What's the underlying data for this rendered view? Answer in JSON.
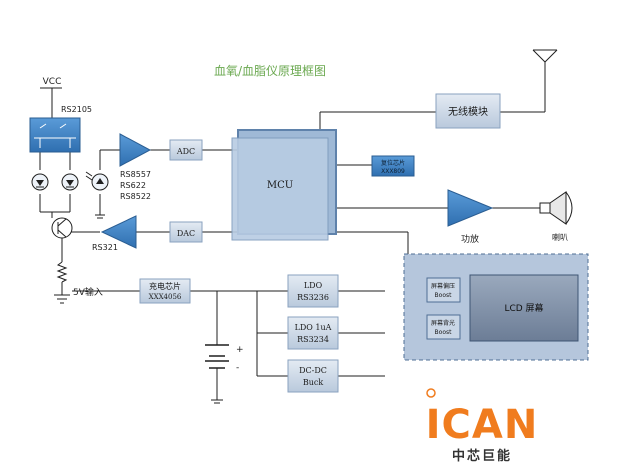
{
  "title": "血氧/血脂仪原理框图",
  "vcc": "VCC",
  "rs2105": "RS2105",
  "rs8557": "RS8557",
  "rs622": "RS622",
  "rs8522": "RS8522",
  "rs321": "RS321",
  "adc": "ADC",
  "dac": "DAC",
  "mcu": "MCU",
  "wireless": "无线模块",
  "reset_l1": "复位芯片",
  "reset_l2": "XXX809",
  "amp": "功放",
  "speaker": "喇叭",
  "input_5v": "5V输入",
  "charger_l1": "充电芯片",
  "charger_l2": "XXX4056",
  "ldo1_l1": "LDO",
  "ldo1_l2": "RS3236",
  "ldo2_l1": "LDO 1uA",
  "ldo2_l2": "RS3234",
  "dcdc_l1": "DC-DC",
  "dcdc_l2": "Buck",
  "bias_l1": "屏幕偏压",
  "bias_l2": "Boost",
  "backlight_l1": "屏幕背光",
  "backlight_l2": "Boost",
  "lcd": "LCD 屏幕",
  "battery_plus": "+",
  "battery_minus": "-",
  "logo_main": "ICAN",
  "logo_sub": "中芯巨能",
  "colors": {
    "title": "#6aa84f",
    "block_blue": "#3d85c6",
    "block_light": "#c8d8ea",
    "mcu_fill": "#9fb9d6",
    "lcd_panel": "#b5c6dc",
    "lcd_fill": "#7d8fa8",
    "line": "#1f1f1f",
    "logo": "#f07c1e"
  }
}
